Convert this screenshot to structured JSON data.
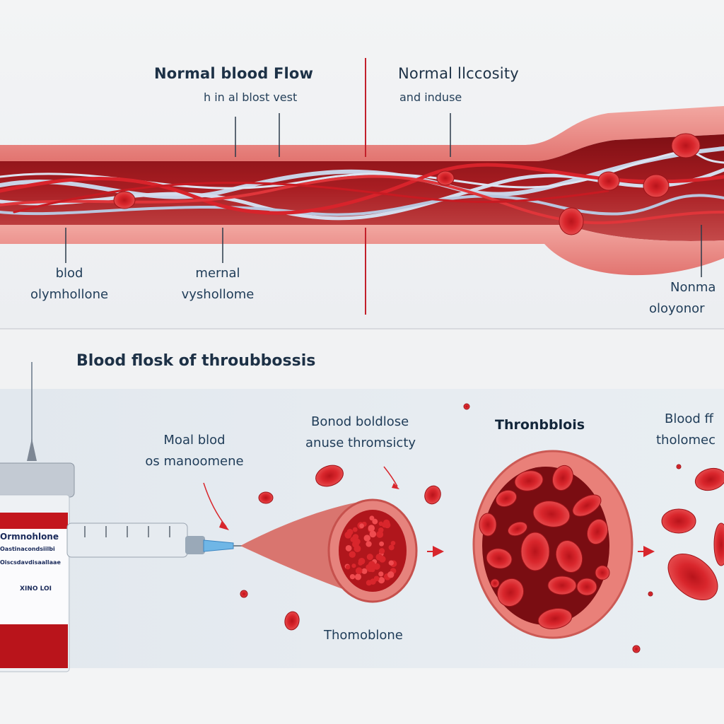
{
  "top_section": {
    "title": "Normal blood Flow",
    "subtitle": "h in al blost vest",
    "right_title": "Normal llccosity",
    "right_subtitle": "and induse",
    "bottom_labels": [
      {
        "line1": "blod",
        "line2": "olymhollone"
      },
      {
        "line1": "mernal",
        "line2": "vyshollome"
      },
      {
        "line1": "Nonma",
        "line2": "oloyonor"
      }
    ]
  },
  "bottom_section": {
    "heading": "Blood flosk of throubbossis",
    "vial_label": {
      "name": "Ormnohlone",
      "line2": "Oastinacondsiilbi",
      "line3": "Oiscsdavdisaallaae",
      "footer": "XINO LOI"
    },
    "left_caption": {
      "line1": "Moal blod",
      "line2": "os manoomene"
    },
    "center_caption": {
      "line1": "Bonod boldlose",
      "line2": "anuse thromsicty"
    },
    "thrombus_title": "Thronbblois",
    "right_caption": {
      "line1": "Blood ff",
      "line2": "tholomec"
    },
    "cone_caption": "Thomoblone"
  },
  "colors": {
    "vessel_wall": "#e87d78",
    "vessel_lumen": "#9e1a1e",
    "blood_cell": "#d8262c",
    "fibrin": "#c9d3e6",
    "marker_line": "#c2202b",
    "text": "#1d3146"
  }
}
